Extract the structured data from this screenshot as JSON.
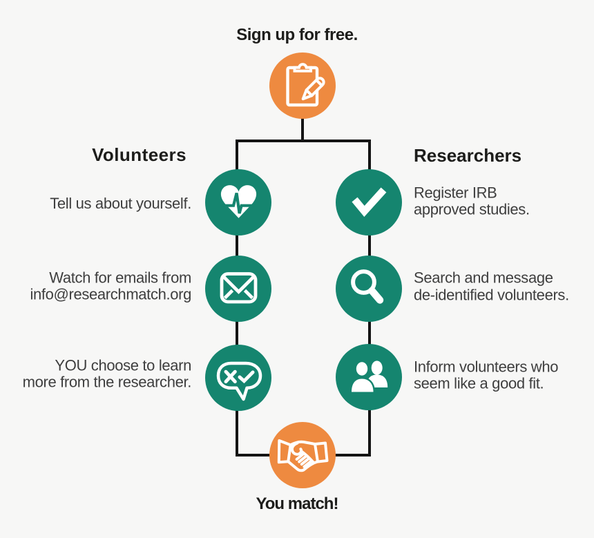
{
  "top": {
    "label": "Sign up for free.",
    "icon": "clipboard-pencil"
  },
  "bottom": {
    "label": "You match!",
    "icon": "handshake"
  },
  "left_column": {
    "heading": "Volunteers",
    "items": [
      {
        "icon": "heart-pulse",
        "text": "Tell us about yourself."
      },
      {
        "icon": "envelope",
        "text": "Watch for emails from\ninfo@researchmatch.org"
      },
      {
        "icon": "speech-bubble-x-check",
        "text": "YOU choose to learn\nmore from the researcher."
      }
    ]
  },
  "right_column": {
    "heading": "Researchers",
    "items": [
      {
        "icon": "checkmark",
        "text": "Register IRB\napproved studies."
      },
      {
        "icon": "magnifier",
        "text": "Search and message\nde-identified volunteers."
      },
      {
        "icon": "two-people",
        "text": "Inform volunteers who\nseem like a good fit."
      }
    ]
  },
  "colors": {
    "bg": "#f7f7f6",
    "teal": "#15856f",
    "orange": "#ee8a40",
    "line": "#141414",
    "heading": "#1d1d1b",
    "body": "#3e3e3e"
  }
}
